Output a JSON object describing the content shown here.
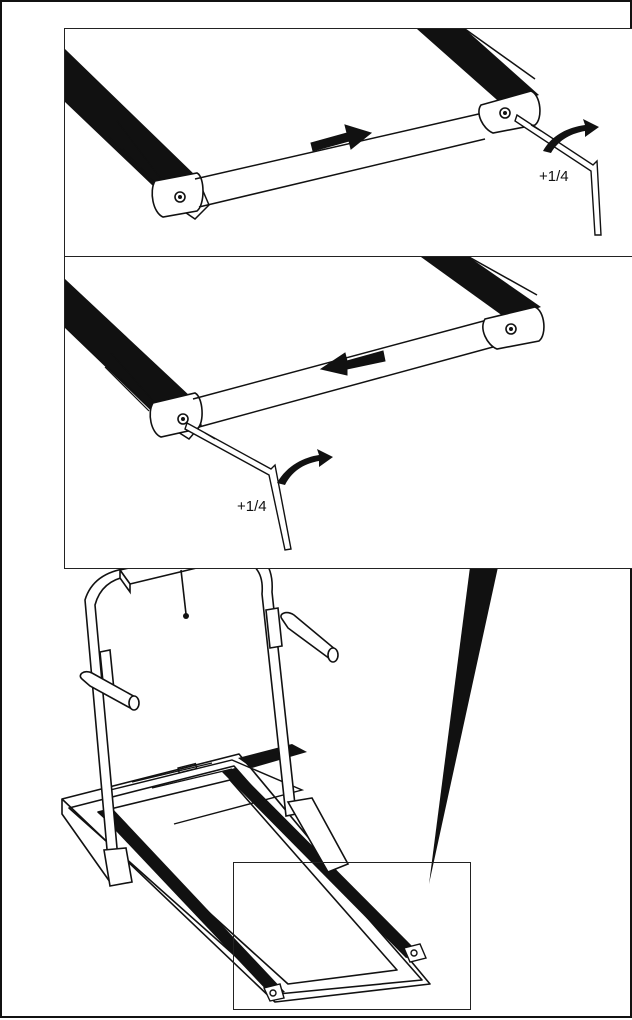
{
  "instructions": {
    "step_top": {
      "rotation_label": "+1/4"
    },
    "step_middle": {
      "rotation_label": "+1/4"
    }
  },
  "colors": {
    "ink": "#111111",
    "paper": "#ffffff"
  },
  "icons": {
    "direction_arrow": "bold-arrow",
    "rotation_arrow": "curved-arrow",
    "tool": "allen-key"
  }
}
